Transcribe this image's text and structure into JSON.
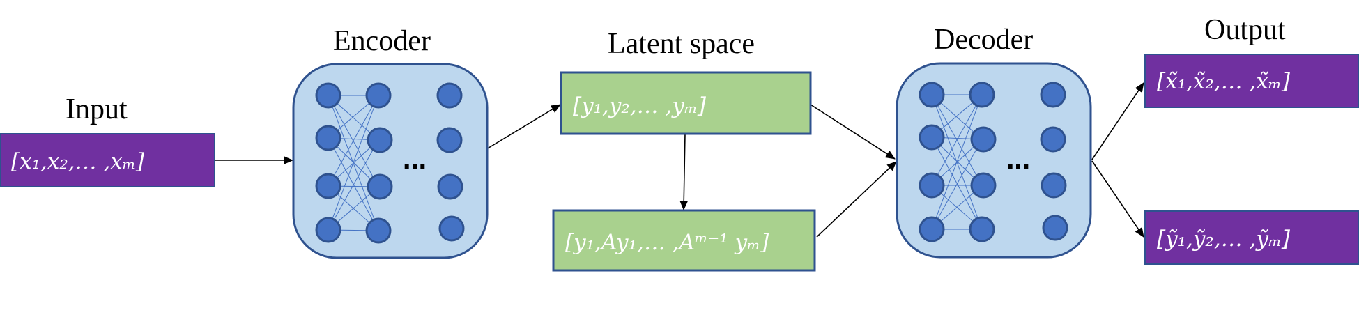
{
  "labels": {
    "input": "Input",
    "encoder": "Encoder",
    "latent": "Latent space",
    "decoder": "Decoder",
    "output": "Output"
  },
  "boxes": {
    "input_vector": "[x₁,x₂,…  ,xₘ]",
    "latent_vector": "[y₁,y₂,…  ,yₘ]",
    "krylov_vector": "[y₁,Ay₁,…  ,Aᵐ⁻¹ yₘ]",
    "output_x": "[x̃₁,x̃₂,…  ,x̃ₘ]",
    "output_y": "[ỹ₁,ỹ₂,…  ,ỹₘ]"
  },
  "ellipsis": {
    "encoder": "…",
    "decoder": "…"
  },
  "colors": {
    "network_fill": "#bdd7ee",
    "node_fill": "#4472c4",
    "vector_box_purple": "#7030a0",
    "latent_box_green": "#a9d18e",
    "outline_blue": "#2f528f"
  }
}
